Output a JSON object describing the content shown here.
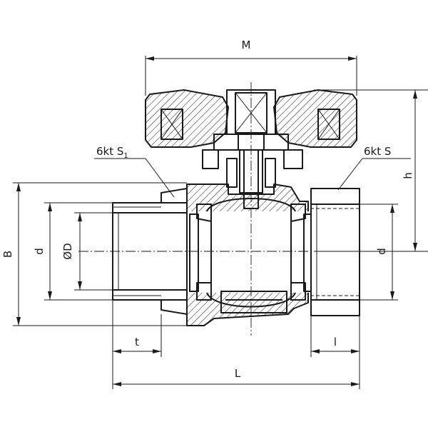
{
  "drawing": {
    "labels": {
      "M": "M",
      "h": "h",
      "B": "B",
      "d_left": "d",
      "phiD": "ØD",
      "d_right": "d",
      "t": "t",
      "l": "l",
      "L": "L",
      "wrench_left_prefix": "6kt S",
      "wrench_left_sub": "1",
      "wrench_right": "6kt S"
    },
    "colors": {
      "line": "#1a1a1a",
      "background": "#ffffff"
    }
  }
}
